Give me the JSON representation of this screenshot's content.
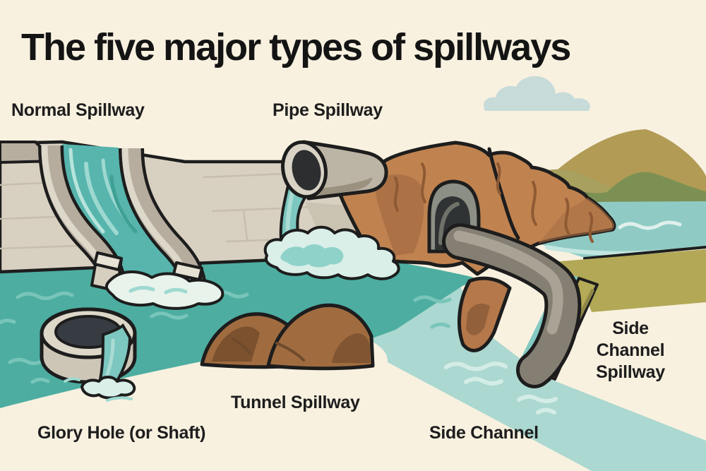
{
  "title": "The five major types of spillways",
  "labels": {
    "normal": "Normal Spillway",
    "pipe": "Pipe Spillway",
    "glory_hole": "Glory Hole (or Shaft)",
    "tunnel": "Tunnel Spillway",
    "side_channel": "Side Channel",
    "side_channel_spillway": "Side Channel Spillway"
  },
  "colors": {
    "background": "#f8f1e0",
    "ink": "#1d1d1d",
    "reservoir_water": "#4dada1",
    "side_channel_water": "#abd8d0",
    "lake_water": "#8fcbc4",
    "dam_concrete": "#d8d1c2",
    "chute_wall_gray": "#b6ad9f",
    "earth_brown": "#c08350",
    "earth_brown_dark": "#9b6138",
    "olive_bank": "#b2a856",
    "hill_tan": "#b29b55",
    "hill_green": "#7c9053",
    "cloud_blue": "#c7dbd9",
    "pipe_gray": "#bcb4a5",
    "tunnel_flume_gray": "#857f73"
  }
}
